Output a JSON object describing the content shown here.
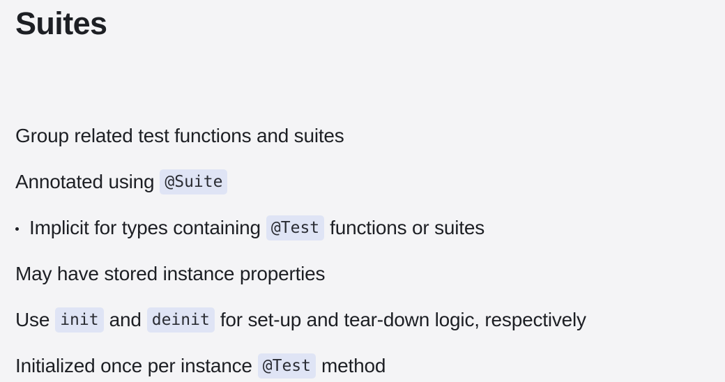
{
  "slide": {
    "title": "Suites",
    "background_color": "#f4f4f6",
    "text_color": "#1d1f24",
    "code_chip_bg": "#dfe4f5",
    "code_chip_fg": "#2a2c33",
    "lines": [
      {
        "bullet": false,
        "segments": [
          {
            "kind": "text",
            "value": "Group related test functions and suites"
          }
        ]
      },
      {
        "bullet": false,
        "segments": [
          {
            "kind": "text",
            "value": "Annotated using"
          },
          {
            "kind": "code",
            "value": "@Suite"
          }
        ]
      },
      {
        "bullet": true,
        "segments": [
          {
            "kind": "text",
            "value": "Implicit for types containing"
          },
          {
            "kind": "code",
            "value": "@Test"
          },
          {
            "kind": "text",
            "value": "functions or suites"
          }
        ]
      },
      {
        "bullet": false,
        "segments": [
          {
            "kind": "text",
            "value": "May have stored instance properties"
          }
        ]
      },
      {
        "bullet": false,
        "segments": [
          {
            "kind": "text",
            "value": "Use"
          },
          {
            "kind": "code",
            "value": "init"
          },
          {
            "kind": "text",
            "value": "and"
          },
          {
            "kind": "code",
            "value": "deinit"
          },
          {
            "kind": "text",
            "value": "for set-up and tear-down logic, respectively"
          }
        ]
      },
      {
        "bullet": false,
        "segments": [
          {
            "kind": "text",
            "value": "Initialized once per instance"
          },
          {
            "kind": "code",
            "value": "@Test"
          },
          {
            "kind": "text",
            "value": "method"
          }
        ]
      }
    ]
  }
}
